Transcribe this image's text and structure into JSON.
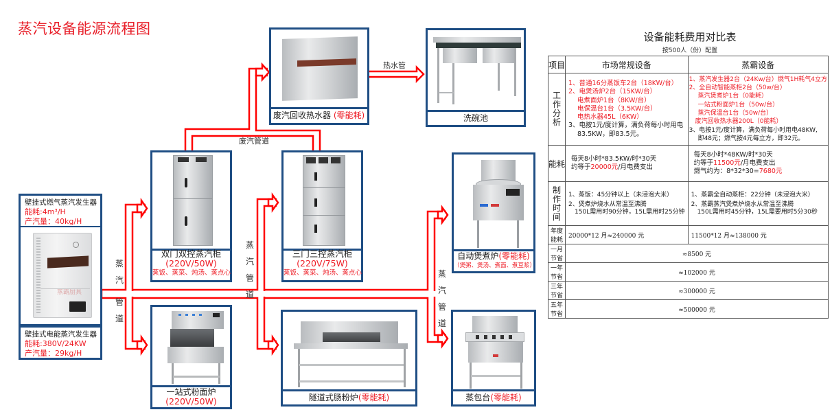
{
  "title": "蒸汽设备能源流程图",
  "colors": {
    "accent_red": "#ee1c25",
    "frame_blue": "#1f4e84",
    "pipe_red": "#ff0000"
  },
  "pipe_labels": {
    "steam_main": [
      "蒸",
      "汽",
      "管",
      "道"
    ],
    "steam_middle": [
      "蒸",
      "汽",
      "管",
      "道"
    ],
    "steam_right": [
      "蒸",
      "汽",
      "管",
      "道"
    ],
    "waste_steam": "废汽管道",
    "hot_water": "热水管"
  },
  "generators": {
    "gas": {
      "name": "壁挂式燃气蒸汽发生器",
      "consumption": "能耗:4m³/H",
      "output": "产汽量：40kg/H"
    },
    "electric": {
      "name": "壁挂式电能蒸汽发生器",
      "consumption": "能耗:380V/24KW",
      "output": "产汽量：29kg/H"
    },
    "watermark": "蒸霸厨具"
  },
  "equipment": {
    "heat_recovery": {
      "name": "废汽回收热水器 ",
      "tag": "(零能耗)"
    },
    "sink": {
      "name": "洗碗池"
    },
    "double_cabinet": {
      "name": "双门双控蒸汽柜",
      "spec": "(220V/50W)",
      "uses": "蒸饭、蒸菜、炖汤、蒸点心"
    },
    "triple_cabinet": {
      "name": "三门三控蒸汽柜",
      "spec": "(220V/75W)",
      "uses": "蒸饭、蒸菜、炖汤、蒸点心"
    },
    "auto_boiler": {
      "name": "自动煲煮炉",
      "tag": "(零能耗)",
      "uses": "（煲粥、煲汤、煮面、煮豆浆）"
    },
    "noodle_stove": {
      "name": "一站式粉面炉",
      "spec": "(220V/50W)"
    },
    "tunnel_roll": {
      "name": "隧道式肠粉炉",
      "tag": "(零能耗)"
    },
    "bun_steamer": {
      "name": "蒸包台",
      "tag": "(零能耗)"
    }
  },
  "table": {
    "title": "设备能耗费用对比表",
    "subtitle": "按500人（份）配置",
    "headers": [
      "项目",
      "市场常规设备",
      "蒸霸设备"
    ],
    "work_analysis": {
      "label": [
        "工",
        "作",
        "分",
        "析"
      ],
      "conventional_red": [
        "1、普通16分蒸饭车2台（18KW/台）",
        "2、电煲汤炉2台（15KW/台）",
        "电煮面炉1台（8KW/台）",
        "电保温台1台（3.5KW/台）",
        "电热水器45L（6KW）"
      ],
      "conventional_black": [
        "3、电按1元/度计算，满负荷每小时用电",
        "83.5KW，即83.5元。"
      ],
      "zhengba_red": [
        "1、蒸汽发生器2台（24Kw/台）燃气1H耗气4立方",
        "2、全自动智能蒸柜2台（50w/台）",
        "蒸汽煲煮炉1台（0能耗）",
        "一站式粉面炉1台（50w/台）",
        "蒸汽保温台1台（50w/台）",
        "废汽回收热水器200L（0能耗）"
      ],
      "zhengba_black": [
        "3、电按1元/度计算，满负荷每小时用电48KW,",
        "即48元；燃气按4元每立方，即32元。"
      ]
    },
    "energy": {
      "label": "能耗",
      "conventional": {
        "line1": "每天8小时*83.5KW/时*30天",
        "line2_pre": "约等于",
        "line2_red": "20000元",
        "line2_post": "/月电费支出"
      },
      "zhengba": {
        "line1": "每天8小时*48KW/时*30天",
        "line2_pre": "约等于",
        "line2_red": "11500元",
        "line2_post": "/月电费支出",
        "line3_pre": "燃气约为：8*32*30=",
        "line3_red": "7680元"
      }
    },
    "time": {
      "label": [
        "制",
        "作",
        "时",
        "间"
      ],
      "conventional": [
        "1、蒸饭：45分钟以上（未浸泡大米）",
        "2、煲煮炉烧水从常温至沸腾",
        "150L需用时90分钟，15L需用时25分钟"
      ],
      "zhengba": [
        "1、蒸霸全自动蒸柜：22分钟（未浸泡大米）",
        "2、蒸霸蒸汽煲煮炉烧水从常温至沸腾",
        "150L需用时45分钟，15L需要用时5分30秒"
      ]
    },
    "annual": {
      "label": "年度能耗",
      "conventional": "20000*12 月≈240000 元",
      "zhengba": "11500*12 月≈138000 元"
    },
    "savings": [
      {
        "label": "一月节省",
        "value": "≈8500 元"
      },
      {
        "label": "一年节省",
        "value": "≈102000 元"
      },
      {
        "label": "三年节省",
        "value": "≈300000 元"
      },
      {
        "label": "五年节省",
        "value": "≈500000 元"
      }
    ]
  }
}
